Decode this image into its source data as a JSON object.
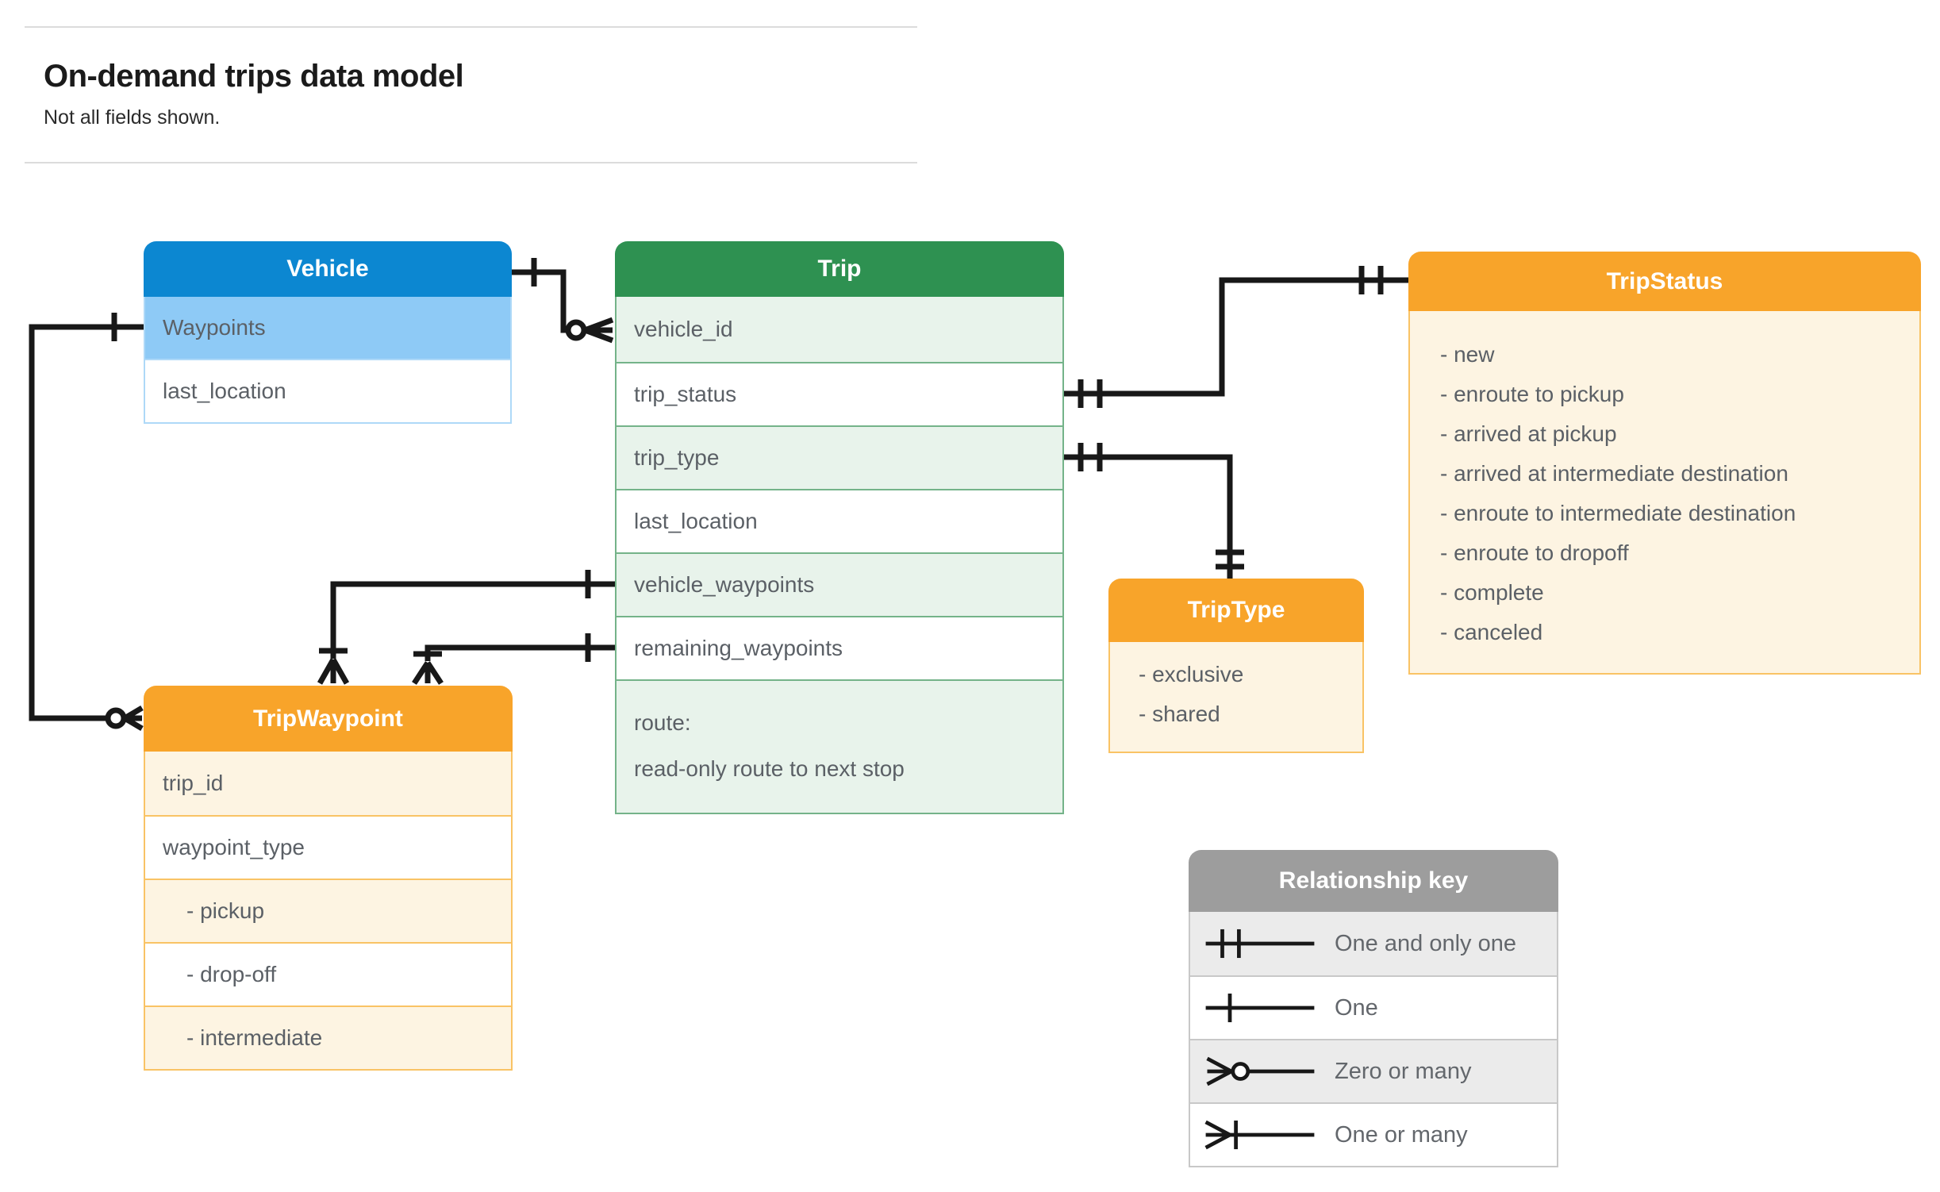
{
  "page": {
    "title": "On-demand trips data model",
    "subtitle": "Not all fields shown."
  },
  "entities": {
    "vehicle": {
      "title": "Vehicle",
      "fields": [
        "Waypoints",
        "last_location"
      ]
    },
    "trip": {
      "title": "Trip",
      "fields": [
        "vehicle_id",
        "trip_status",
        "trip_type",
        "last_location",
        "vehicle_waypoints",
        "remaining_waypoints"
      ],
      "route_line1": "route:",
      "route_line2": "read-only route to next stop"
    },
    "tripStatus": {
      "title": "TripStatus",
      "values": [
        "- new",
        "- enroute to pickup",
        "- arrived at pickup",
        "- arrived at intermediate destination",
        "- enroute to intermediate destination",
        "- enroute to dropoff",
        "- complete",
        "- canceled"
      ]
    },
    "tripType": {
      "title": "TripType",
      "values": [
        "- exclusive",
        "- shared"
      ]
    },
    "tripWaypoint": {
      "title": "TripWaypoint",
      "fields": [
        "trip_id",
        "waypoint_type",
        "- pickup",
        "- drop-off",
        "- intermediate"
      ]
    }
  },
  "legend": {
    "title": "Relationship key",
    "rows": [
      {
        "symbol": "one-and-only-one",
        "label": "One and only one"
      },
      {
        "symbol": "one",
        "label": "One"
      },
      {
        "symbol": "zero-or-many",
        "label": "Zero or many"
      },
      {
        "symbol": "one-or-many",
        "label": "One or many"
      }
    ]
  },
  "colors": {
    "vehicleHeader": "#0c87d1",
    "vehicleRowTint": "#8ecaf6",
    "vehicleBorder": "#aed9f8",
    "tripHeader": "#2e9151",
    "tripRowTint": "#e8f3eb",
    "tripBorder": "#74b389",
    "orangeHeader": "#f8a42a",
    "orangeRowTint": "#fdf4e2",
    "orangeBorder": "#f9c365",
    "legendHeader": "#9d9d9d",
    "legendRowTint": "#ebebeb",
    "legendBorder": "#c8c8c8",
    "connector": "#181818",
    "fieldText": "#5b6066"
  }
}
